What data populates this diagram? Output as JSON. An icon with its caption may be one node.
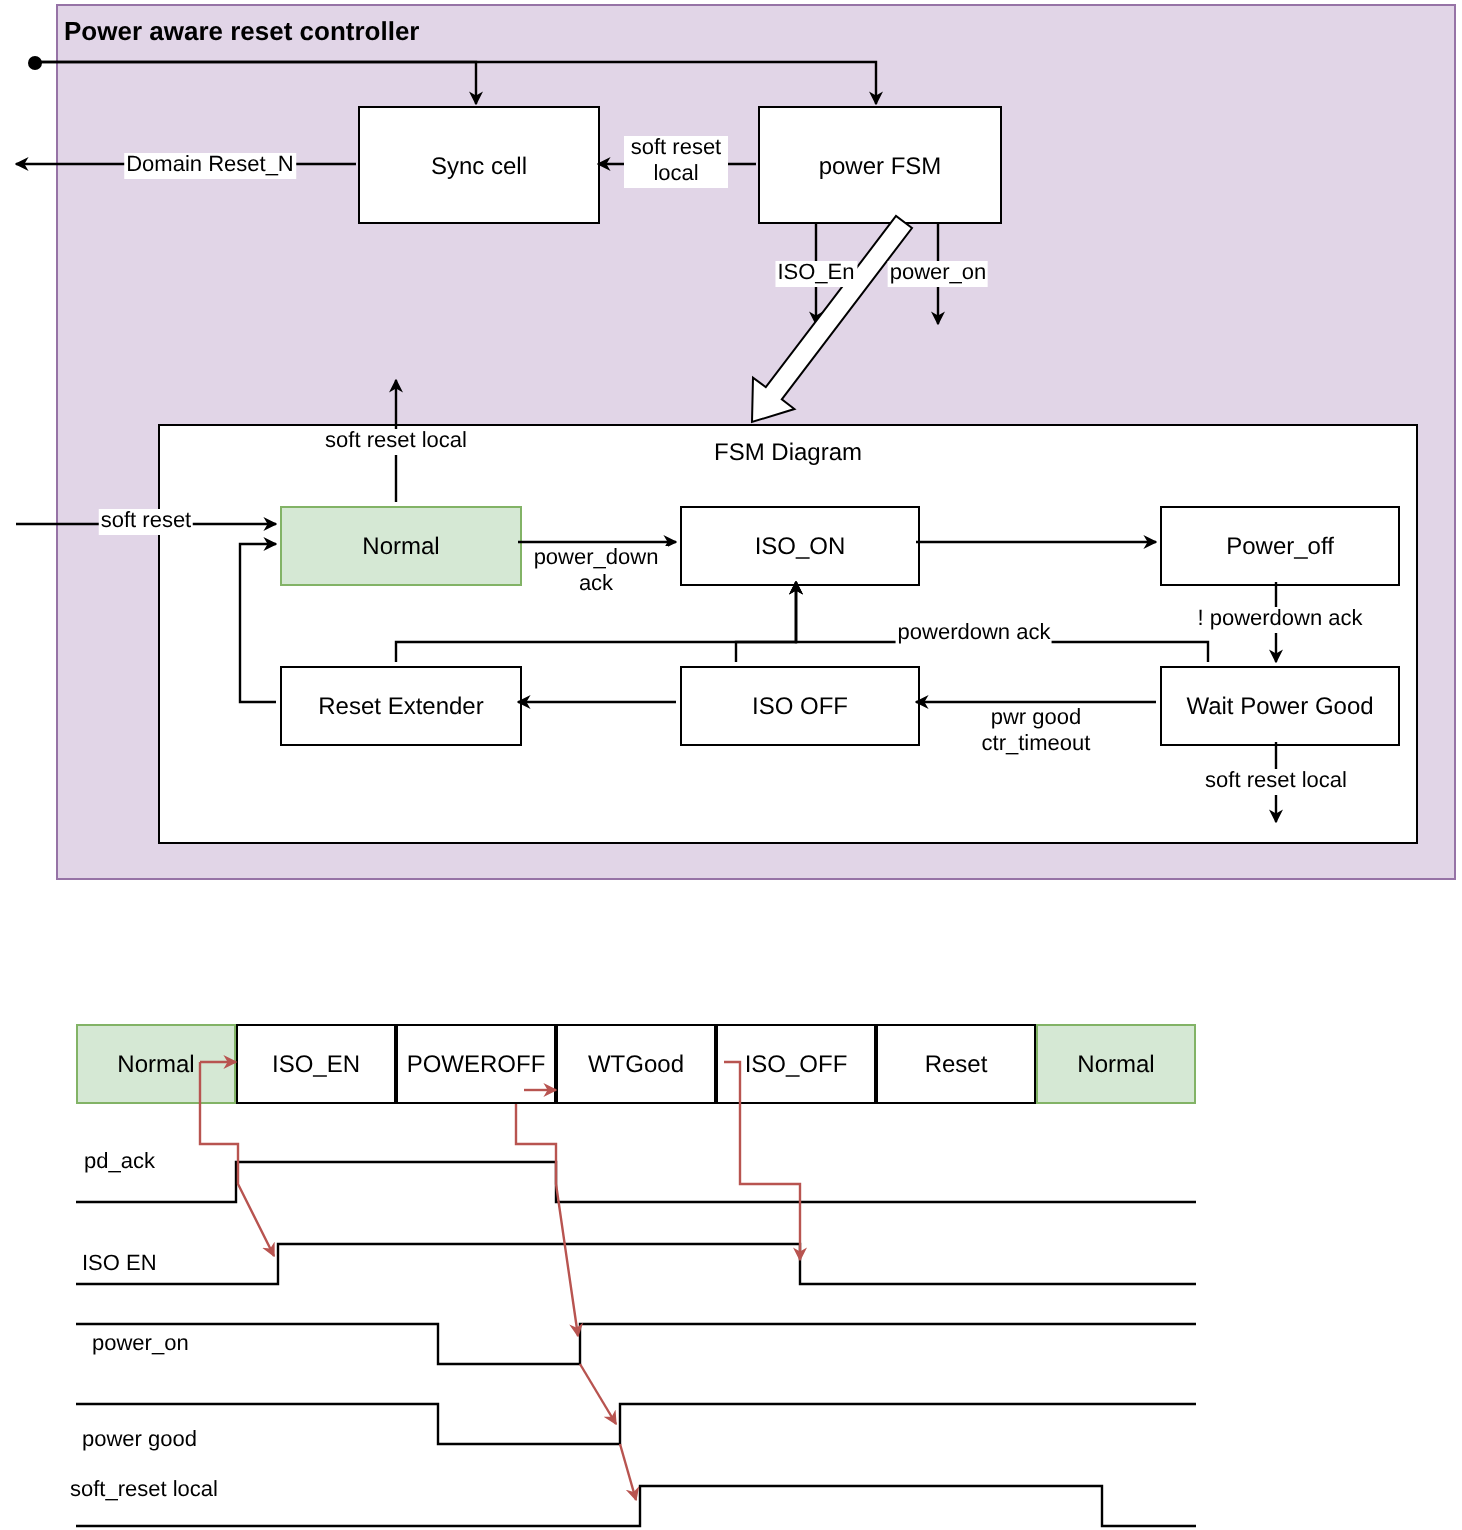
{
  "diagram": {
    "nodes": [
      {
        "text": [
          "Power aware reset controller"
        ]
      },
      {
        "text": [
          "Sync cell"
        ],
        "in": 0
      },
      {
        "text": [
          "power FSM"
        ],
        "in": 0
      },
      {
        "text": [
          "FSM Diagram"
        ],
        "in": 0
      },
      {
        "text": [
          "Normal"
        ],
        "in": 3
      },
      {
        "text": [
          "ISO_ON"
        ],
        "in": 3
      },
      {
        "text": [
          "Power_off"
        ],
        "in": 3
      },
      {
        "text": [
          "Reset Extender"
        ],
        "in": 3
      },
      {
        "text": [
          "ISO OFF"
        ],
        "in": 3
      },
      {
        "text": [
          "Wait Power Good"
        ],
        "in": 3
      },
      {
        "text": [],
        "shape": "circle"
      },
      {
        "text": [
          "Normal"
        ]
      },
      {
        "text": [
          "ISO_EN"
        ]
      },
      {
        "text": [
          "POWEROFF"
        ]
      },
      {
        "text": [
          "WTGood"
        ]
      },
      {
        "text": [
          "ISO_OFF"
        ]
      },
      {
        "text": [
          "Reset"
        ]
      },
      {
        "text": [
          "Normal"
        ]
      }
    ],
    "edges": [
      {
        "from": 10,
        "to": 1,
        "arrow": "to"
      },
      {
        "from": 10,
        "to": 2,
        "arrow": "to"
      },
      {
        "from": 1,
        "to": null,
        "arrow": "to",
        "label": "Domain Reset_N"
      },
      {
        "from": 2,
        "to": 1,
        "arrow": "to",
        "label": "soft reset local"
      },
      {
        "from": 2,
        "to": null,
        "arrow": "to",
        "label": "ISO_En"
      },
      {
        "from": 2,
        "to": null,
        "arrow": "to",
        "label": "power_on"
      },
      {
        "from": 2,
        "to": 3,
        "arrow": "to",
        "style": "thick"
      },
      {
        "from": 4,
        "to": null,
        "arrow": "to",
        "label": "soft reset local"
      },
      {
        "from": null,
        "to": 4,
        "arrow": "to",
        "label": "soft reset"
      },
      {
        "from": 4,
        "to": 5,
        "arrow": "to",
        "label": "power_down ack"
      },
      {
        "from": 5,
        "to": 6,
        "arrow": "to"
      },
      {
        "from": 6,
        "to": 9,
        "arrow": "to",
        "label": "! powerdown ack"
      },
      {
        "from": 9,
        "to": 8,
        "arrow": "to",
        "label": "pwr good ctr_timeout"
      },
      {
        "from": 8,
        "to": 7,
        "arrow": "to"
      },
      {
        "from": 7,
        "to": 4,
        "arrow": "to"
      },
      {
        "from": 9,
        "to": 5,
        "arrow": "to",
        "label": "powerdown ack"
      },
      {
        "from": 8,
        "to": 5,
        "arrow": "to"
      },
      {
        "from": 7,
        "to": 5,
        "arrow": "to"
      },
      {
        "from": 9,
        "to": null,
        "arrow": "to",
        "label": "soft reset local"
      },
      {
        "from": 11,
        "to": 12,
        "arrow": "to",
        "color": "#b85450"
      },
      {
        "from": 11,
        "to": null,
        "arrow": "to",
        "color": "#b85450"
      },
      {
        "from": 13,
        "to": 14,
        "arrow": "to",
        "color": "#b85450"
      },
      {
        "from": 13,
        "to": null,
        "arrow": "to",
        "color": "#b85450"
      },
      {
        "from": 15,
        "to": null,
        "arrow": "to",
        "color": "#b85450"
      }
    ],
    "labels": [
      "pd_ack",
      "ISO EN",
      "power_on",
      "power good",
      "soft_reset local"
    ]
  }
}
